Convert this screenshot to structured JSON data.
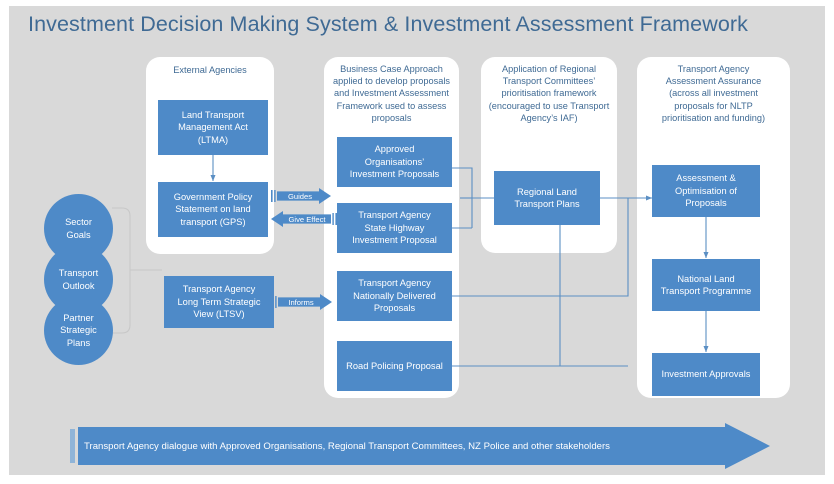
{
  "page": {
    "title": "Investment Decision Making System & Investment Assessment Framework",
    "accent_blue": "#4e8ac8",
    "title_color": "#3f6a94",
    "background": "#d9d9d9",
    "panel_color": "#ffffff"
  },
  "inputs": {
    "circles": [
      {
        "label": "Sector\nGoals"
      },
      {
        "label": "Transport\nOutlook"
      },
      {
        "label": "Partner\nStrategic\nPlans"
      }
    ]
  },
  "panels": [
    {
      "id": "external-agencies",
      "heading": "External Agencies",
      "boxes": [
        {
          "id": "ltma",
          "label": "Land Transport\nManagement Act\n(LTMA)"
        },
        {
          "id": "gps",
          "label": "Government Policy\nStatement on land\ntransport (GPS)"
        }
      ]
    },
    {
      "id": "business-case-approach",
      "heading": "Business Case Approach\napplied to develop proposals\nand Investment Assessment\nFramework used to assess\nproposals",
      "boxes": [
        {
          "id": "approved-orgs",
          "label": "Approved\nOrganisations’\nInvestment Proposals"
        },
        {
          "id": "state-highway",
          "label": "Transport Agency\nState Highway\nInvestment Proposal"
        },
        {
          "id": "nationally-delivered",
          "label": "Transport Agency\nNationally Delivered\nProposals"
        },
        {
          "id": "road-policing",
          "label": "Road Policing Proposal"
        }
      ]
    },
    {
      "id": "regional-transport-committees",
      "heading": "Application of Regional\nTransport Committees’\nprioritisation framework\n(encouraged to use Transport\nAgency’s IAF)",
      "boxes": [
        {
          "id": "rltp",
          "label": "Regional Land\nTransport Plans"
        }
      ]
    },
    {
      "id": "assessment-assurance",
      "heading": "Transport Agency\nAssessment Assurance\n(across all investment\nproposals for NLTP\nprioritisation and funding)",
      "boxes": [
        {
          "id": "assessment-optimisation",
          "label": "Assessment &\nOptimisation of\nProposals"
        },
        {
          "id": "nltp",
          "label": "National Land\nTransport Programme"
        },
        {
          "id": "investment-approvals",
          "label": "Investment Approvals"
        }
      ]
    }
  ],
  "standalone_boxes": [
    {
      "id": "ltsv",
      "label": "Transport Agency\nLong Term Strategic\nView (LTSV)"
    }
  ],
  "flow_labels": [
    {
      "id": "guides",
      "label": "Guides",
      "direction": "right"
    },
    {
      "id": "give-effect",
      "label": "Give Effect",
      "direction": "left"
    },
    {
      "id": "informs",
      "label": "Informs",
      "direction": "right"
    }
  ],
  "banner": {
    "label": "Transport Agency dialogue with Approved Organisations, Regional Transport Committees, NZ Police and other stakeholders"
  }
}
